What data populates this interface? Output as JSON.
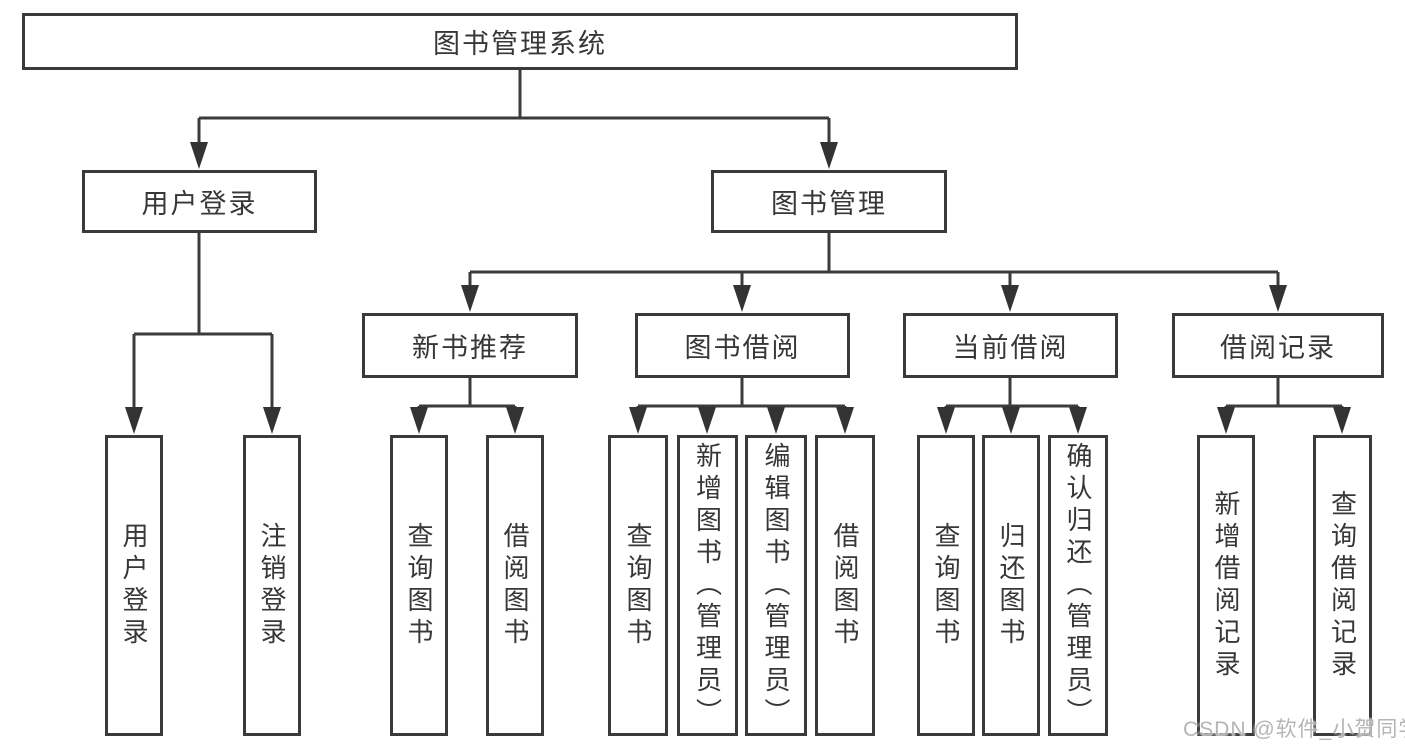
{
  "diagram": {
    "title": "图书管理系统",
    "level2": [
      {
        "label": "用户登录",
        "children": [
          {
            "label": "用户登录"
          },
          {
            "label": "注销登录"
          }
        ]
      },
      {
        "label": "图书管理",
        "children": [
          {
            "label": "新书推荐",
            "children": [
              {
                "label": "查询图书"
              },
              {
                "label": "借阅图书"
              }
            ]
          },
          {
            "label": "图书借阅",
            "children": [
              {
                "label": "查询图书"
              },
              {
                "label": "新增图书（管理员）"
              },
              {
                "label": "编辑图书（管理员）"
              },
              {
                "label": "借阅图书"
              }
            ]
          },
          {
            "label": "当前借阅",
            "children": [
              {
                "label": "查询图书"
              },
              {
                "label": "归还图书"
              },
              {
                "label": "确认归还（管理员）"
              }
            ]
          },
          {
            "label": "借阅记录",
            "children": [
              {
                "label": "新增借阅记录"
              },
              {
                "label": "查询借阅记录"
              }
            ]
          }
        ]
      }
    ]
  },
  "colors": {
    "line": "#3b3b3b",
    "border": "#3a3a3a",
    "text": "#373737",
    "watermark": "#b5b5b5"
  },
  "watermark": {
    "text": "CSDN @软件_小贺同学"
  }
}
